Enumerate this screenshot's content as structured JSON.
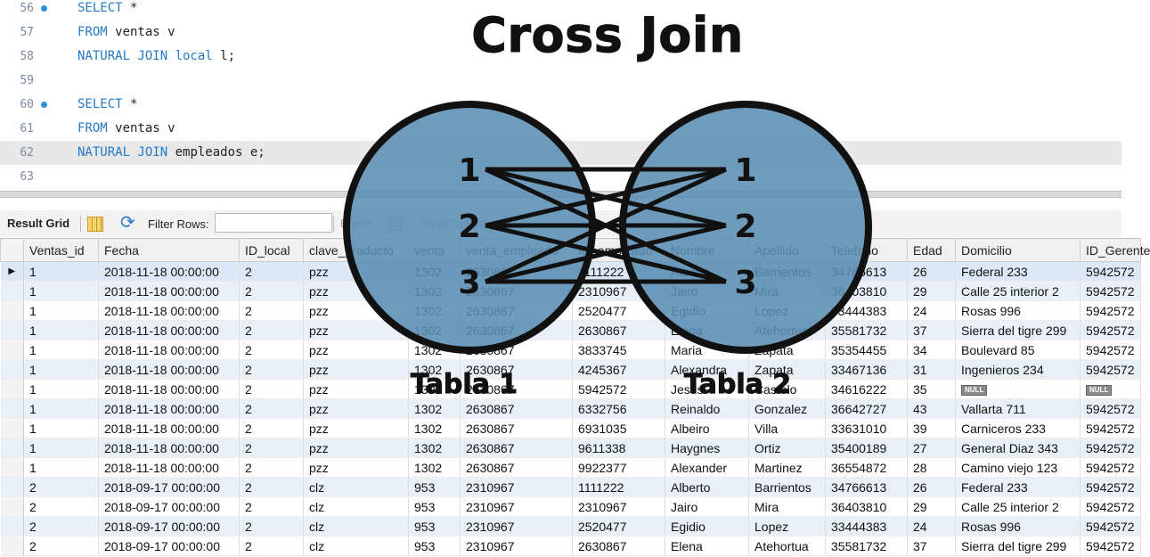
{
  "editor": {
    "lines": [
      {
        "num": "56",
        "breakpoint": true,
        "parts": [
          {
            "kw": "SELECT",
            "text": " *"
          }
        ]
      },
      {
        "num": "57",
        "breakpoint": false,
        "parts": [
          {
            "kw": "FROM",
            "text": " ventas v"
          }
        ]
      },
      {
        "num": "58",
        "breakpoint": false,
        "parts": [
          {
            "kw": "NATURAL JOIN local",
            "text": " l;"
          }
        ]
      },
      {
        "num": "59",
        "breakpoint": false,
        "parts": []
      },
      {
        "num": "60",
        "breakpoint": true,
        "parts": [
          {
            "kw": "SELECT",
            "text": " *"
          }
        ]
      },
      {
        "num": "61",
        "breakpoint": false,
        "parts": [
          {
            "kw": "FROM",
            "text": " ventas v"
          }
        ]
      },
      {
        "num": "62",
        "breakpoint": false,
        "current": true,
        "parts": [
          {
            "kw": "NATURAL JOIN",
            "text": " empleados e;"
          }
        ]
      },
      {
        "num": "63",
        "breakpoint": false,
        "parts": []
      }
    ]
  },
  "toolbar": {
    "result_grid": "Result Grid",
    "filter_rows": "Filter Rows:",
    "filter_value": "",
    "export": "Export:",
    "wrap": "Wrap Cell Content"
  },
  "grid": {
    "columns": [
      "Ventas_id",
      "Fecha",
      "ID_local",
      "clave_producto",
      "venta",
      "venta_empleado",
      "ID_empleado",
      "Nombre",
      "Apellido",
      "Telefono",
      "Edad",
      "Domicilio",
      "ID_Gerente"
    ],
    "rows": [
      [
        "1",
        "2018-11-18 00:00:00",
        "2",
        "pzz",
        "1302",
        "2630867",
        "1111222",
        "Alberto",
        "Barrientos",
        "34766613",
        "26",
        "Federal 233",
        "5942572"
      ],
      [
        "1",
        "2018-11-18 00:00:00",
        "2",
        "pzz",
        "1302",
        "2630867",
        "2310967",
        "Jairo",
        "Mira",
        "36403810",
        "29",
        "Calle 25 interior 2",
        "5942572"
      ],
      [
        "1",
        "2018-11-18 00:00:00",
        "2",
        "pzz",
        "1302",
        "2630867",
        "2520477",
        "Egidio",
        "Lopez",
        "33444383",
        "24",
        "Rosas 996",
        "5942572"
      ],
      [
        "1",
        "2018-11-18 00:00:00",
        "2",
        "pzz",
        "1302",
        "2630867",
        "2630867",
        "Elena",
        "Atehortua",
        "35581732",
        "37",
        "Sierra del tigre 299",
        "5942572"
      ],
      [
        "1",
        "2018-11-18 00:00:00",
        "2",
        "pzz",
        "1302",
        "2630867",
        "3833745",
        "Maria",
        "Zapata",
        "35354455",
        "34",
        "Boulevard 85",
        "5942572"
      ],
      [
        "1",
        "2018-11-18 00:00:00",
        "2",
        "pzz",
        "1302",
        "2630867",
        "4245367",
        "Alexandra",
        "Zapata",
        "33467136",
        "31",
        "Ingenieros 234",
        "5942572"
      ],
      [
        "1",
        "2018-11-18 00:00:00",
        "2",
        "pzz",
        "1302",
        "2630867",
        "5942572",
        "Jesus",
        "Castelo",
        "34616222",
        "35",
        "NULL",
        "NULL"
      ],
      [
        "1",
        "2018-11-18 00:00:00",
        "2",
        "pzz",
        "1302",
        "2630867",
        "6332756",
        "Reinaldo",
        "Gonzalez",
        "36642727",
        "43",
        "Vallarta 711",
        "5942572"
      ],
      [
        "1",
        "2018-11-18 00:00:00",
        "2",
        "pzz",
        "1302",
        "2630867",
        "6931035",
        "Albeiro",
        "Villa",
        "33631010",
        "39",
        "Carniceros 233",
        "5942572"
      ],
      [
        "1",
        "2018-11-18 00:00:00",
        "2",
        "pzz",
        "1302",
        "2630867",
        "9611338",
        "Haygnes",
        "Ortiz",
        "35400189",
        "27",
        "General Diaz 343",
        "5942572"
      ],
      [
        "1",
        "2018-11-18 00:00:00",
        "2",
        "pzz",
        "1302",
        "2630867",
        "9922377",
        "Alexander",
        "Martinez",
        "36554872",
        "28",
        "Camino viejo 123",
        "5942572"
      ],
      [
        "2",
        "2018-09-17 00:00:00",
        "2",
        "clz",
        "953",
        "2310967",
        "1111222",
        "Alberto",
        "Barrientos",
        "34766613",
        "26",
        "Federal 233",
        "5942572"
      ],
      [
        "2",
        "2018-09-17 00:00:00",
        "2",
        "clz",
        "953",
        "2310967",
        "2310967",
        "Jairo",
        "Mira",
        "36403810",
        "29",
        "Calle 25 interior 2",
        "5942572"
      ],
      [
        "2",
        "2018-09-17 00:00:00",
        "2",
        "clz",
        "953",
        "2310967",
        "2520477",
        "Egidio",
        "Lopez",
        "33444383",
        "24",
        "Rosas 996",
        "5942572"
      ],
      [
        "2",
        "2018-09-17 00:00:00",
        "2",
        "clz",
        "953",
        "2310967",
        "2630867",
        "Elena",
        "Atehortua",
        "35581732",
        "37",
        "Sierra del tigre 299",
        "5942572"
      ]
    ]
  },
  "overlay": {
    "title": "Cross Join",
    "left_label": "Tabla 1",
    "right_label": "Tabla 2",
    "left_numbers": [
      "1",
      "2",
      "3"
    ],
    "right_numbers": [
      "1",
      "2",
      "3"
    ],
    "circle_color": "#5b8db3",
    "ring_color": "#111111"
  },
  "colors": {
    "keyword": "#2479c7",
    "breakpoint": "#2a8fd8",
    "row_alt": "#eaf0f8"
  }
}
